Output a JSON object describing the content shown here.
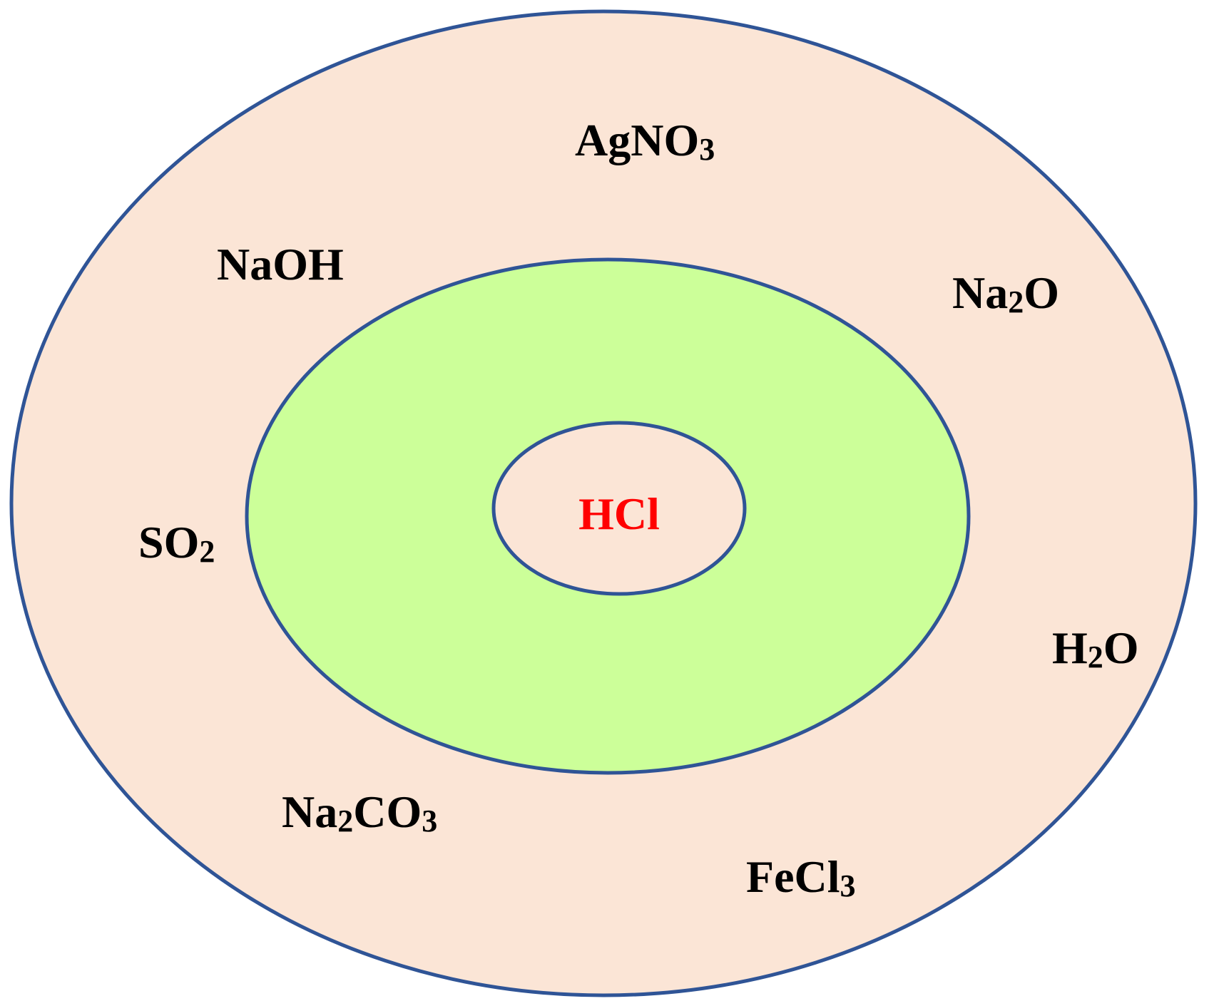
{
  "colors": {
    "outer_fill": "#fbe5d6",
    "middle_fill": "#ccff99",
    "inner_fill": "#fbe5d6",
    "stroke": "#2f5496",
    "label": "#000000",
    "center_label": "#ff0000"
  },
  "center": {
    "label": "HCl"
  },
  "outer_labels": [
    {
      "id": "agno3",
      "text": "AgNO3",
      "base": "AgNO",
      "sub": "3",
      "tail": ""
    },
    {
      "id": "naoh",
      "text": "NaOH",
      "base": "NaOH",
      "sub": "",
      "tail": ""
    },
    {
      "id": "na2o",
      "text": "Na2O",
      "base": "Na",
      "sub": "2",
      "tail": "O"
    },
    {
      "id": "so2",
      "text": "SO2",
      "base": "SO",
      "sub": "2",
      "tail": ""
    },
    {
      "id": "h2o",
      "text": "H2O",
      "base": "H",
      "sub": "2",
      "tail": "O"
    },
    {
      "id": "na2co3",
      "text": "Na2CO3",
      "base": "Na",
      "sub": "2",
      "tail": "CO",
      "sub2": "3"
    },
    {
      "id": "fecl3",
      "text": "FeCl3",
      "base": "FeCl",
      "sub": "3",
      "tail": ""
    }
  ]
}
